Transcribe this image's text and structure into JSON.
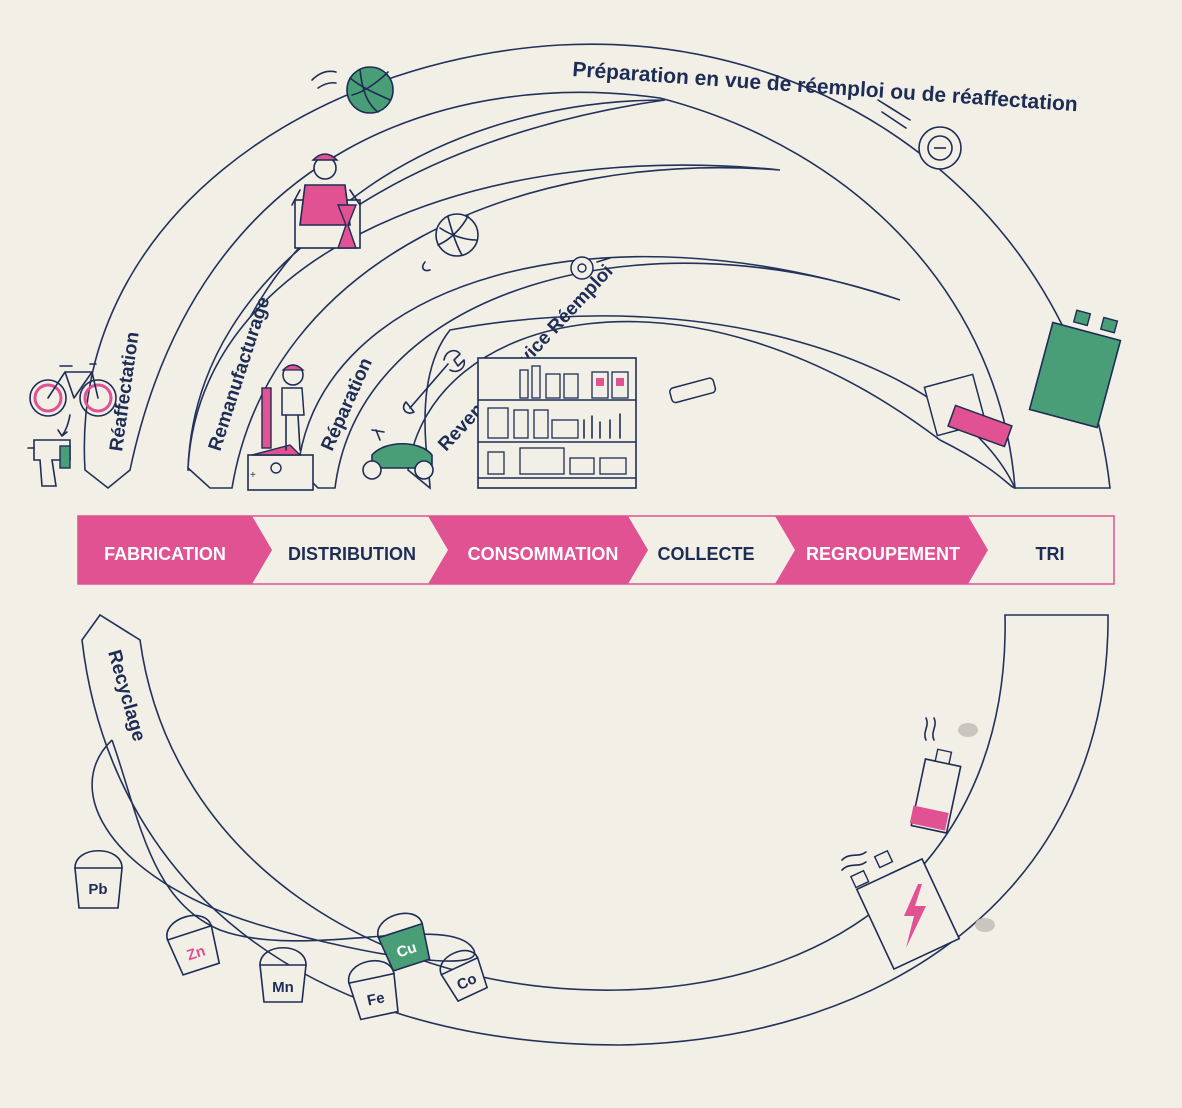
{
  "stages": [
    {
      "label": "FABRICATION",
      "filled": true
    },
    {
      "label": "DISTRIBUTION",
      "filled": false
    },
    {
      "label": "CONSOMMATION",
      "filled": true
    },
    {
      "label": "COLLECTE",
      "filled": false
    },
    {
      "label": "REGROUPEMENT",
      "filled": true
    },
    {
      "label": "TRI",
      "filled": false
    }
  ],
  "loops": {
    "preparation": "Préparation en vue de réemploi ou de réaffectation",
    "reaffectation": "Réaffectation",
    "remanufacturage": "Remanufacturage",
    "reparation": "Réparation",
    "revente": "Revente / service Réemploi",
    "recyclage": "Recyclage"
  },
  "metals": [
    {
      "symbol": "Pb",
      "color": "#1e2d55",
      "fill": "#f2efe7"
    },
    {
      "symbol": "Zn",
      "color": "#e05291",
      "fill": "#f2efe7"
    },
    {
      "symbol": "Mn",
      "color": "#1e2d55",
      "fill": "#f2efe7"
    },
    {
      "symbol": "Cu",
      "color": "#ffffff",
      "fill": "#4a9e77"
    },
    {
      "symbol": "Fe",
      "color": "#1e2d55",
      "fill": "#f2efe7"
    },
    {
      "symbol": "Co",
      "color": "#1e2d55",
      "fill": "#f2efe7"
    }
  ],
  "colors": {
    "accent_pink": "#e05291",
    "navy": "#1e2d55",
    "green": "#4a9e77",
    "background": "#f2efe7"
  },
  "icons": [
    "bicycle-icon",
    "drill-icon",
    "worker-icon",
    "mechanic-icon",
    "scooter-icon",
    "wrench-icon",
    "shelf-icon",
    "ball-icon",
    "disc-icon",
    "remote-icon",
    "battery-icon"
  ]
}
